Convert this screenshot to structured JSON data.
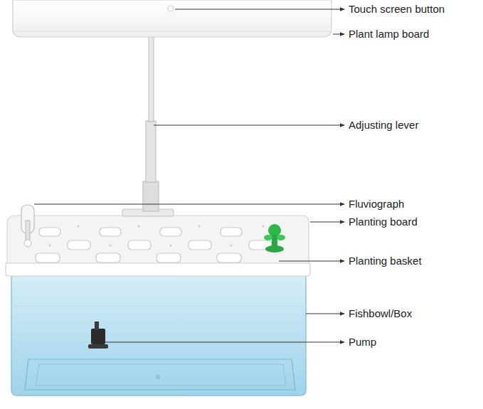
{
  "diagram": {
    "labels": [
      "Touch screen button",
      "Plant lamp board",
      "Adjusting lever",
      "Fluviograph",
      "Planting board",
      "Planting basket",
      "Fishbowl/Box",
      "Pump"
    ]
  }
}
